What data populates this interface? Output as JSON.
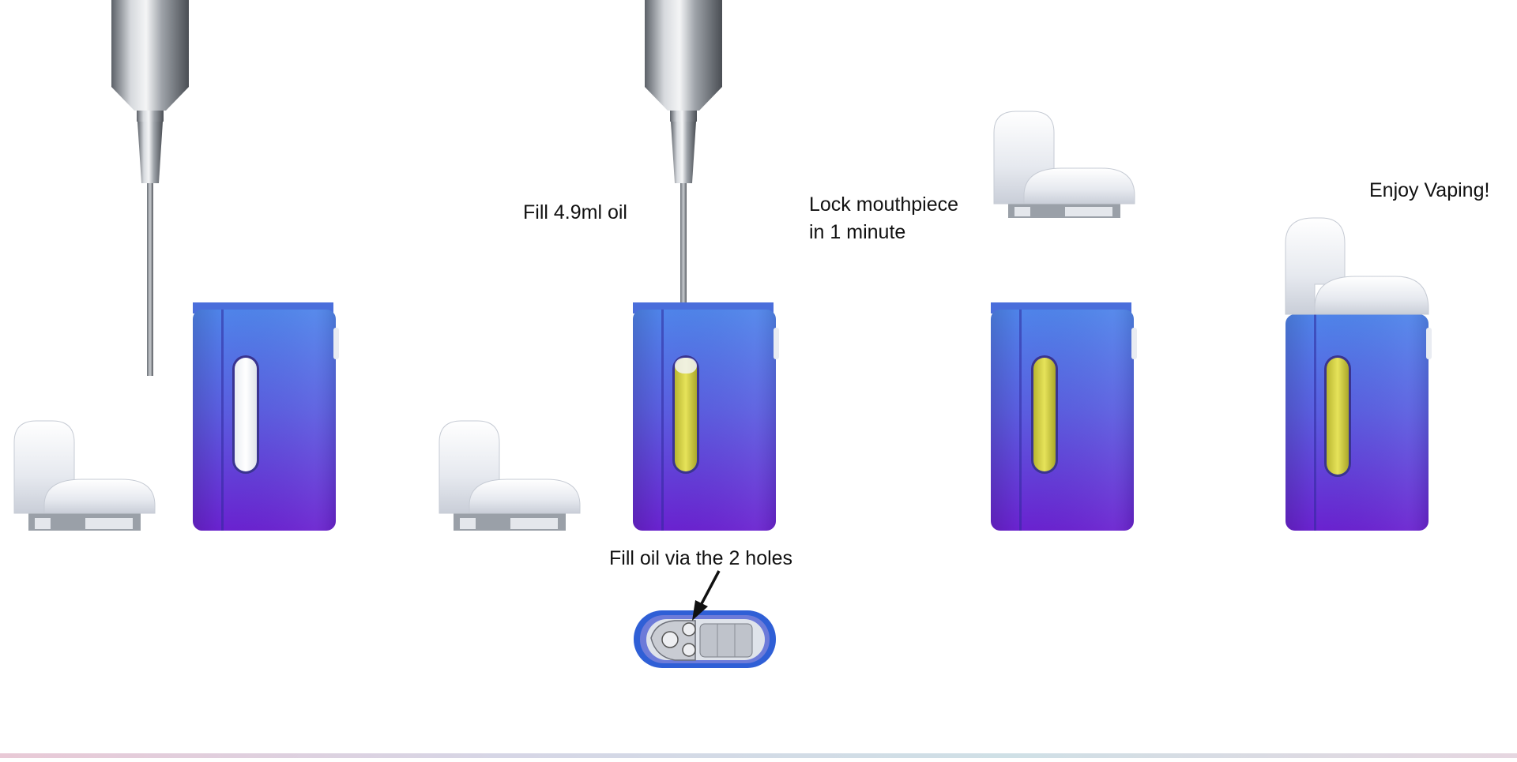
{
  "steps": [
    {
      "label": ""
    },
    {
      "label": "Fill 4.9ml oil",
      "bottom_label": "Fill oil via the 2 holes"
    },
    {
      "label_line1": "Lock mouthpiece",
      "label_line2": "in 1 minute"
    },
    {
      "label": "Enjoy Vaping!"
    }
  ],
  "colors": {
    "body_top": "#4f7fe6",
    "body_bottom": "#6a22d0",
    "oil": "#d9d64a",
    "mouthpiece": "#eef0f4",
    "needle": "#a9adb3"
  }
}
